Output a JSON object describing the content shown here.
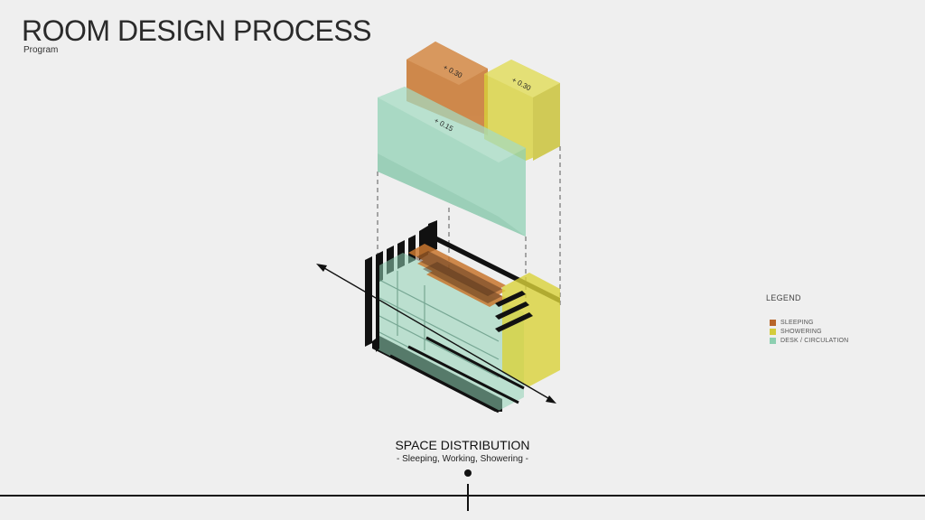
{
  "header": {
    "title": "ROOM DESIGN PROCESS",
    "subtitle": "Program"
  },
  "diagram": {
    "labels": {
      "sleeping_delta": "+ 0.30",
      "showering_delta": "+ 0.30",
      "desk_delta": "+ 0.15"
    },
    "colors": {
      "sleeping": "#c9772f",
      "showering": "#d9d23a",
      "desk": "#8fd1b4"
    }
  },
  "legend": {
    "title": "LEGEND",
    "items": [
      {
        "label": "SLEEPING",
        "color": "#b8652a"
      },
      {
        "label": "SHOWERING",
        "color": "#d4cc3c"
      },
      {
        "label": "DESK / CIRCULATION",
        "color": "#8ccfb0"
      }
    ]
  },
  "caption": {
    "title": "SPACE DISTRIBUTION",
    "subtitle": "- Sleeping, Working, Showering -"
  }
}
